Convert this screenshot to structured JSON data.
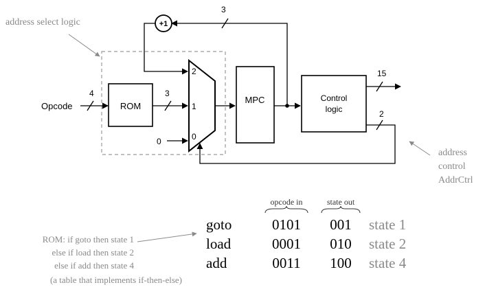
{
  "annotations": {
    "address_select_logic": "address select logic",
    "address_control": [
      "address",
      "control",
      "AddrCtrl"
    ]
  },
  "blocks": {
    "opcode_label": "Opcode",
    "rom": "ROM",
    "mpc": "MPC",
    "control_logic": [
      "Control",
      "logic"
    ],
    "incrementer": "+1"
  },
  "mux_inputs": {
    "in2": "2",
    "in1": "1",
    "in0": "0"
  },
  "constant_input": "0",
  "bus_widths": {
    "opcode": "4",
    "rom_out": "3",
    "feedback": "3",
    "control_out": "15",
    "addr_ctrl": "2"
  },
  "rom_description": [
    "ROM: if goto then state 1",
    "else if load then state 2",
    "else if  add then state 4",
    "(a table that implements if-then-else)"
  ],
  "rom_table": {
    "headers": {
      "opcode_in": "opcode in",
      "state_out": "state out"
    },
    "rows": [
      {
        "name": "goto",
        "opcode": "0101",
        "state": "001",
        "label": "state 1"
      },
      {
        "name": "load",
        "opcode": "0001",
        "state": "010",
        "label": "state 2"
      },
      {
        "name": "add",
        "opcode": "0011",
        "state": "100",
        "label": "state 4"
      }
    ]
  },
  "colors": {
    "line": "#000000",
    "annotation": "#8a8a8a",
    "dashed_box": "#9a9a9a"
  }
}
